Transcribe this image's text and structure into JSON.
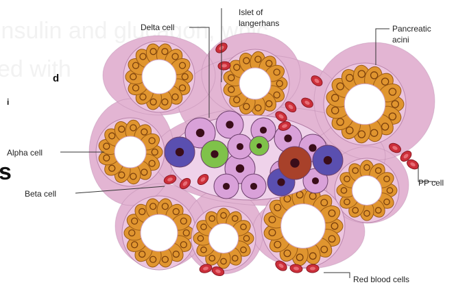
{
  "background_text": {
    "line1": "insulin and glucagon, whic",
    "line2": "ed with"
  },
  "fragments": {
    "letter_d": "d",
    "letter_i": "i",
    "letter_s": "s"
  },
  "labels": {
    "delta_cell": "Delta cell",
    "islet_line1": "Islet of",
    "islet_line2": "langerhans",
    "pancreatic_line1": "Pancreatic",
    "pancreatic_line2": "acini",
    "alpha_cell": "Alpha cell",
    "beta_cell": "Beta cell",
    "pp_cell": "PP cell",
    "red_blood_cells": "Red blood cells"
  },
  "colors": {
    "tissue": "#e3b5d3",
    "tissue_border": "#b07aa3",
    "acinar_cell": "#e0952f",
    "acinar_border": "#9a5a14",
    "islet_cell": "#d9a1d9",
    "alpha_cell": "#5a4fb0",
    "delta_cell": "#7fc24a",
    "pp_cell": "#a8412a",
    "red_blood_cell": "#cc2f3a"
  }
}
